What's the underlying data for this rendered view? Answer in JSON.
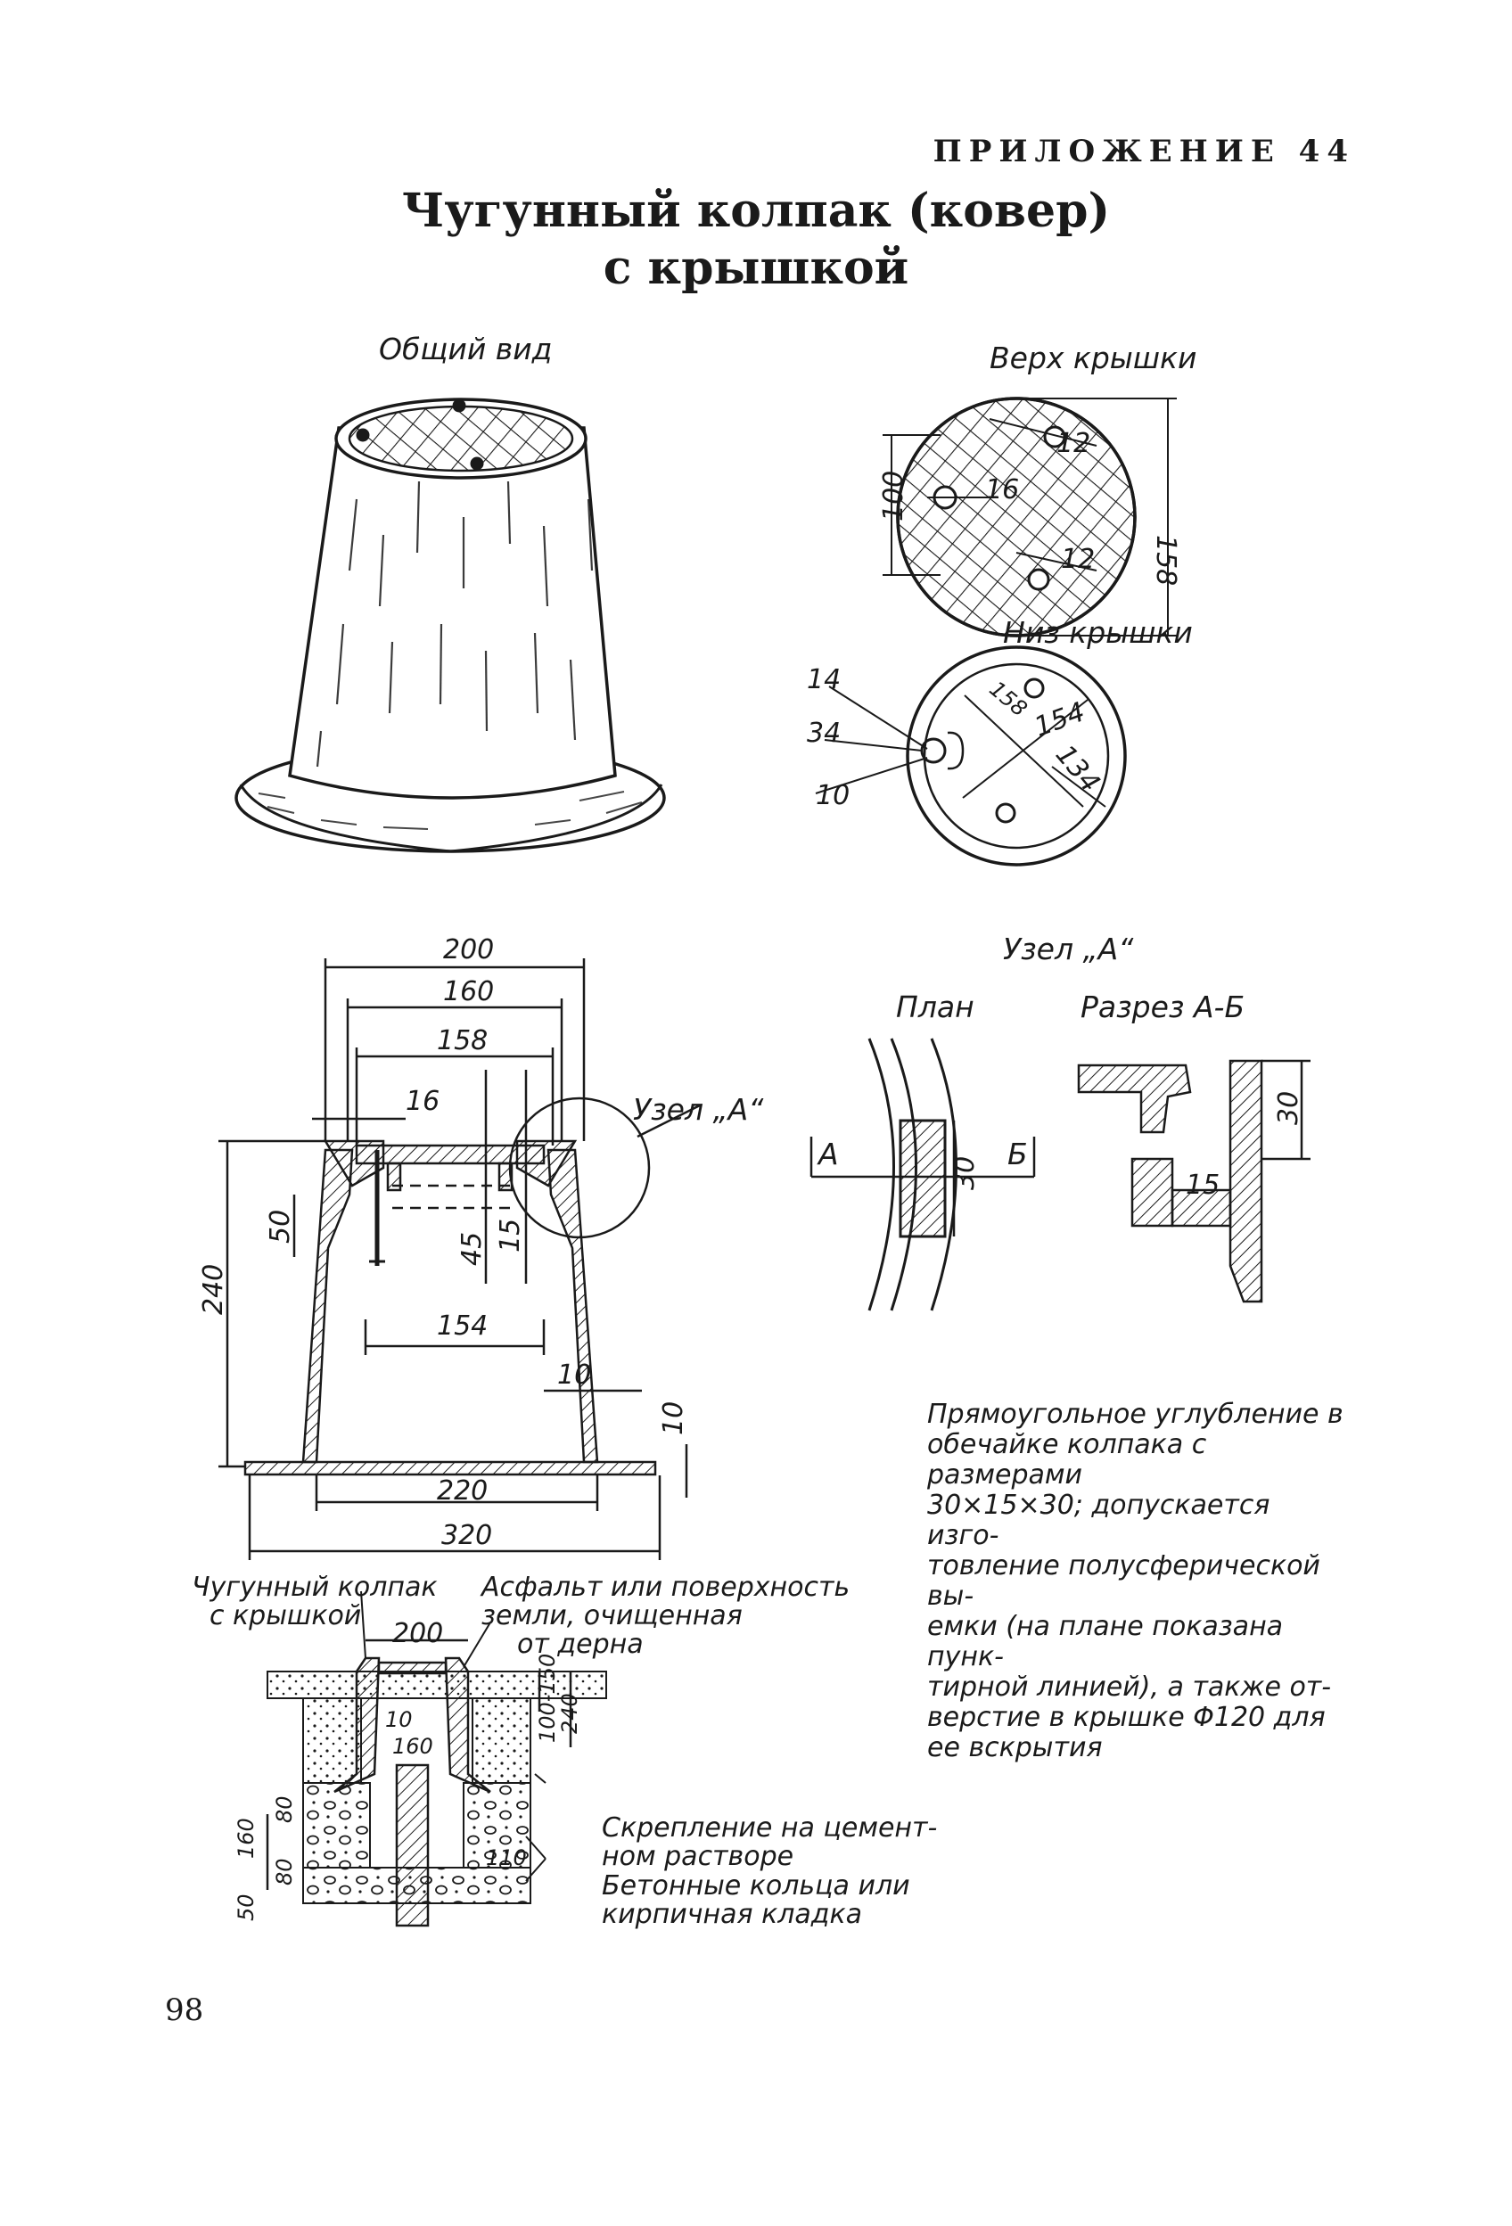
{
  "header": {
    "appendix": "ПРИЛОЖЕНИЕ 44",
    "title_line1": "Чугунный колпак (ковер)",
    "title_line2": "с крышкой"
  },
  "views": {
    "general": "Общий вид",
    "lid_top": "Верх крышки",
    "lid_bottom": "Низ крышки",
    "node_a": "Узел „А“",
    "node_a_callout": "Узел „А“",
    "plan": "План",
    "section": "Разрез А-Б",
    "label_a": "А",
    "label_b": "Б"
  },
  "dims": {
    "top_100": "100",
    "top_16": "16",
    "top_12a": "12",
    "top_12b": "12",
    "top_158": "158",
    "bot_14": "14",
    "bot_34": "34",
    "bot_10": "10",
    "bot_158": "158",
    "bot_154": "154",
    "bot_134": "134",
    "sec_200": "200",
    "sec_160": "160",
    "sec_158": "158",
    "sec_16": "16",
    "sec_240": "240",
    "sec_50": "50",
    "sec_45": "45",
    "sec_15": "15",
    "sec_154": "154",
    "sec_10a": "10",
    "sec_10b": "10",
    "sec_220": "220",
    "sec_320": "320",
    "node_30a": "30",
    "node_30b": "30",
    "node_15": "15",
    "inst_200": "200",
    "inst_10": "10",
    "inst_160": "160",
    "inst_100_150": "100-150",
    "inst_240": "240",
    "inst_160v": "160",
    "inst_80a": "80",
    "inst_80b": "80",
    "inst_50": "50",
    "inst_110": "110"
  },
  "install": {
    "cap_label_1": "Чугунный колпак",
    "cap_label_2": "с крышкой",
    "asphalt_1": "Асфальт или поверхность",
    "asphalt_2": "земли, очищенная",
    "asphalt_3": "от дерна",
    "mortar_1": "Скрепление на цемент-",
    "mortar_2": "ном растворе",
    "rings_1": "Бетонные кольца или",
    "rings_2": "кирпичная кладка"
  },
  "note": {
    "lines": [
      "Прямоугольное углубление в",
      "обечайке колпака с размерами",
      "30×15×30; допускается изго-",
      "товление полусферической вы-",
      "емки (на плане показана пунк-",
      "тирной линией), а также от-",
      "верстие в крышке Φ120 для",
      "ее вскрытия"
    ]
  },
  "page_number": "98"
}
